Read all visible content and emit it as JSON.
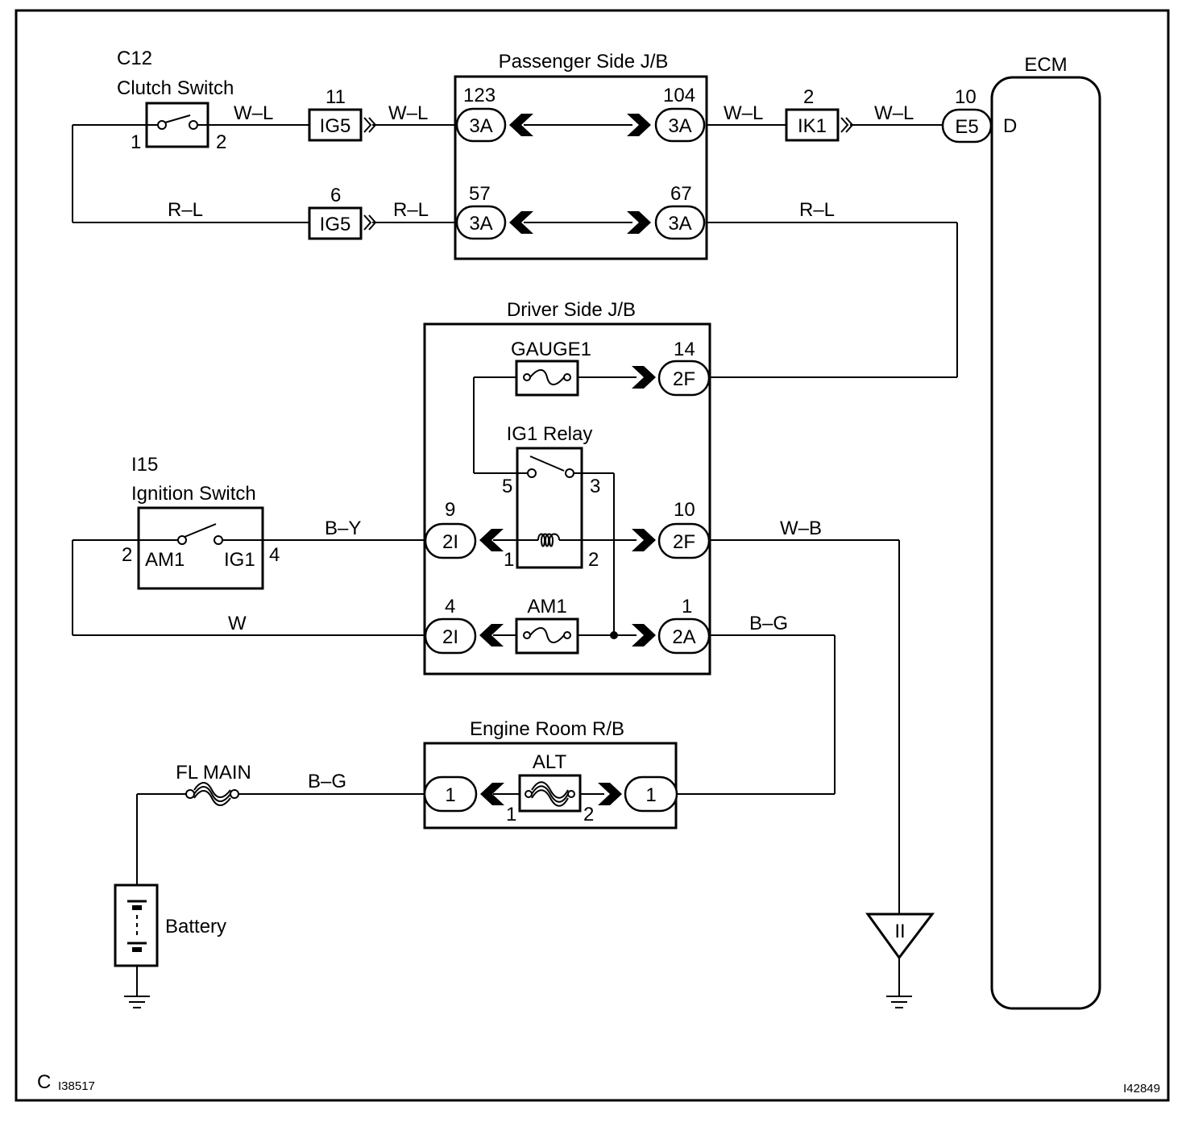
{
  "border_code_left_prefix": "C",
  "border_code_left": "I38517",
  "border_code_right": "I42849",
  "clutch_switch": {
    "ref": "C12",
    "name": "Clutch Switch",
    "pin_left": "1",
    "pin_right": "2"
  },
  "ignition_switch": {
    "ref": "I15",
    "name": "Ignition Switch",
    "pin_left": "2",
    "pin_right": "4",
    "term_left": "AM1",
    "term_right": "IG1"
  },
  "passenger_jb": {
    "title": "Passenger Side J/B",
    "pin_tl": "123",
    "pin_tr": "104",
    "pin_bl": "57",
    "pin_br": "67",
    "conn": "3A"
  },
  "driver_jb": {
    "title": "Driver Side J/B",
    "fuse_gauge": "GAUGE1",
    "fuse_am1": "AM1",
    "relay": "IG1 Relay",
    "relay_pins": [
      "5",
      "3",
      "1",
      "2"
    ],
    "pin_14": "14",
    "conn_14": "2F",
    "pin_9": "9",
    "conn_9": "2I",
    "pin_10": "10",
    "conn_10": "2F",
    "pin_4": "4",
    "conn_4": "2I",
    "pin_1": "1",
    "conn_1": "2A"
  },
  "engine_rb": {
    "title": "Engine Room R/B",
    "fuse": "ALT",
    "conn_left": "1",
    "conn_right": "1",
    "pin_left": "1",
    "pin_right": "2"
  },
  "ecm": {
    "title": "ECM",
    "terminal": "D",
    "pin": "10",
    "conn": "E5"
  },
  "connectors": {
    "ig5_top_pin": "11",
    "ig5_top": "IG5",
    "ig5_bot_pin": "6",
    "ig5_bot": "IG5",
    "ik1_pin": "2",
    "ik1": "IK1"
  },
  "wires": {
    "w_l_1": "W–L",
    "w_l_2": "W–L",
    "w_l_3": "W–L",
    "w_l_4": "W–L",
    "r_l_1": "R–L",
    "r_l_2": "R–L",
    "r_l_3": "R–L",
    "b_y": "B–Y",
    "w": "W",
    "w_b": "W–B",
    "b_g_1": "B–G",
    "b_g_2": "B–G"
  },
  "fl_main": "FL MAIN",
  "battery": "Battery",
  "ground_connector": "II"
}
